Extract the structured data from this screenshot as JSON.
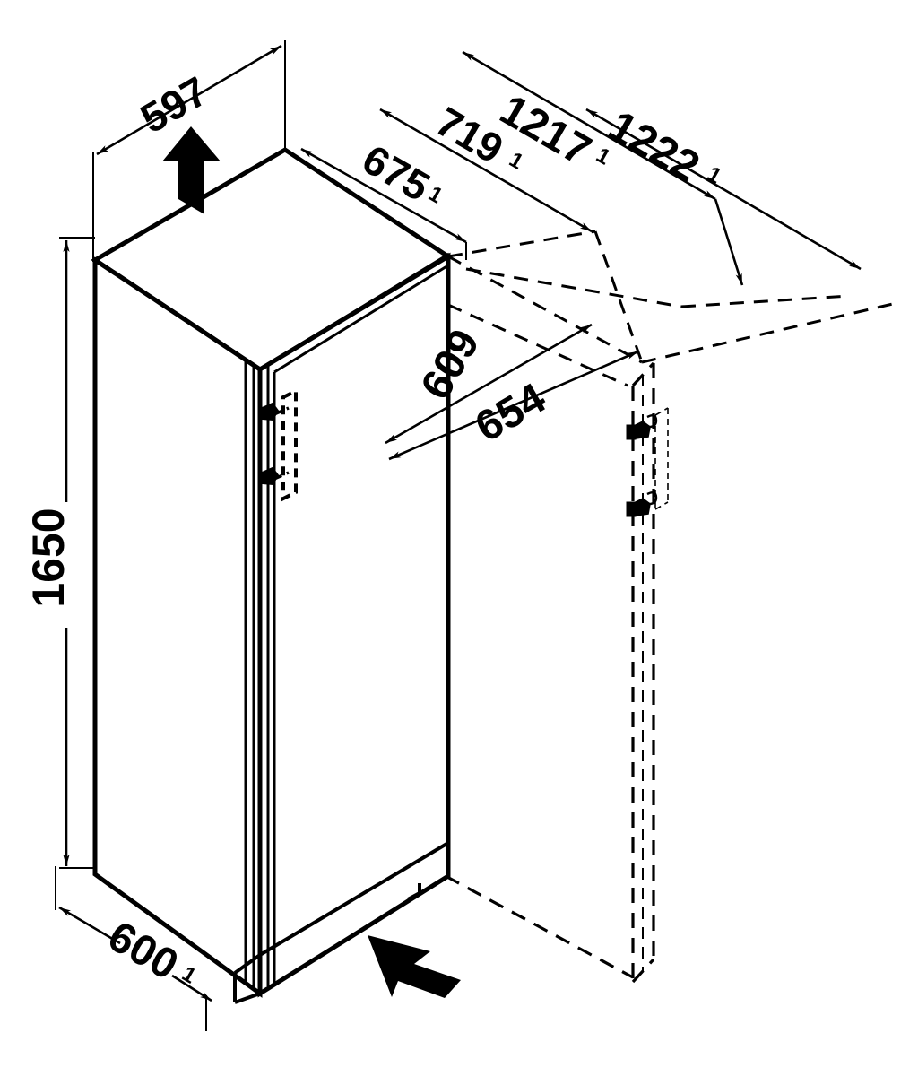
{
  "drawing": {
    "title": "Appliance installation dimension drawing",
    "subject": "free-standing refrigerator / freezer cabinet",
    "projection": "isometric",
    "units": "mm",
    "background_color": "#ffffff",
    "line_color": "#000000",
    "footnote_marker": "1"
  },
  "dimensions": {
    "depth_top": {
      "value": "597",
      "subscript": "",
      "label": "597",
      "orientation": "diagonal-up-left",
      "describes": "cabinet depth at top"
    },
    "door_open_675": {
      "value": "675",
      "subscript": "1",
      "label": "675",
      "orientation": "diagonal-down-right",
      "describes": "width with door open part way"
    },
    "door_open_719": {
      "value": "719",
      "subscript": "1",
      "label": "719",
      "orientation": "diagonal-down-right",
      "describes": "width with door open"
    },
    "door_open_1217": {
      "value": "1217",
      "subscript": "1",
      "label": "1217",
      "orientation": "diagonal-down-right",
      "describes": "overall depth with door open 90 degrees"
    },
    "door_open_1222": {
      "value": "1222",
      "subscript": "1",
      "label": "1222",
      "orientation": "diagonal-down-right",
      "describes": "maximum overall depth with door fully open"
    },
    "depth_609": {
      "value": "609",
      "subscript": "",
      "label": "609",
      "orientation": "diagonal-down-right",
      "describes": "cabinet depth without door"
    },
    "depth_654": {
      "value": "654",
      "subscript": "",
      "label": "654",
      "orientation": "diagonal-down-right",
      "describes": "cabinet depth including door"
    },
    "height_1650": {
      "value": "1650",
      "subscript": "",
      "label": "1650",
      "orientation": "vertical-rotated",
      "describes": "overall cabinet height"
    },
    "width_600": {
      "value": "600",
      "subscript": "1",
      "label": "600",
      "orientation": "diagonal-down-right",
      "describes": "cabinet width"
    }
  },
  "annotations": {
    "air_outlet_arrow": {
      "name": "air-outlet-arrow",
      "direction": "up",
      "describes": "warm air outlet at top of appliance"
    },
    "air_inlet_arrow": {
      "name": "air-inlet-arrow",
      "direction": "down-left",
      "describes": "cool air inlet at base of appliance"
    }
  },
  "parts": {
    "cabinet": "appliance-cabinet",
    "door_closed": "closed-door-panel",
    "door_open": "open-door-outline",
    "hinge_upper": "upper-hinge",
    "hinge_lower": "lower-hinge",
    "plinth": "base-plinth",
    "handle_recess": "handle-recess"
  }
}
